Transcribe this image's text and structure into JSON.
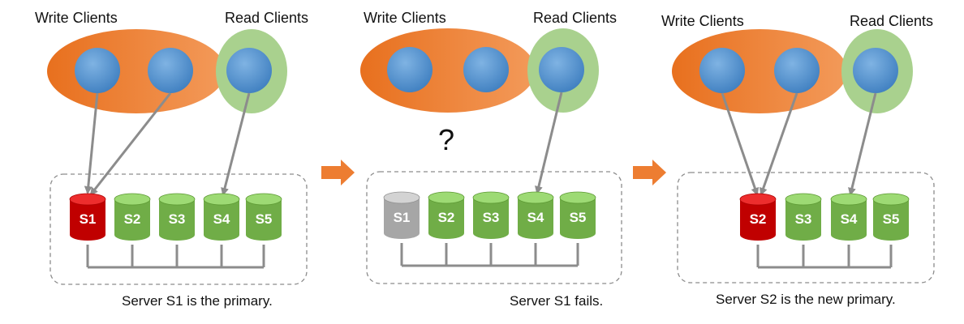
{
  "colors": {
    "write_cluster": "#ED7D31",
    "read_cluster": "#A9D18E",
    "client": "#5B9BD5",
    "primary_server": "#C00000",
    "secondary_server": "#70AD47",
    "failed_server": "#A6A6A6",
    "arrow": "#8C8C8C",
    "transition_arrow": "#ED7D31"
  },
  "panels": [
    {
      "write_label": "Write Clients",
      "read_label": "Read Clients",
      "caption": "Server S1 is the primary.",
      "question_mark": "",
      "servers": [
        {
          "label": "S1",
          "status": "primary"
        },
        {
          "label": "S2",
          "status": "secondary"
        },
        {
          "label": "S3",
          "status": "secondary"
        },
        {
          "label": "S4",
          "status": "secondary"
        },
        {
          "label": "S5",
          "status": "secondary"
        }
      ]
    },
    {
      "write_label": "Write Clients",
      "read_label": "Read Clients",
      "caption": "Server S1 fails.",
      "question_mark": "?",
      "servers": [
        {
          "label": "S1",
          "status": "failed"
        },
        {
          "label": "S2",
          "status": "secondary"
        },
        {
          "label": "S3",
          "status": "secondary"
        },
        {
          "label": "S4",
          "status": "secondary"
        },
        {
          "label": "S5",
          "status": "secondary"
        }
      ]
    },
    {
      "write_label": "Write Clients",
      "read_label": "Read Clients",
      "caption": "Server S2 is the new primary.",
      "question_mark": "",
      "servers": [
        {
          "label": "S2",
          "status": "primary"
        },
        {
          "label": "S3",
          "status": "secondary"
        },
        {
          "label": "S4",
          "status": "secondary"
        },
        {
          "label": "S5",
          "status": "secondary"
        }
      ]
    }
  ]
}
